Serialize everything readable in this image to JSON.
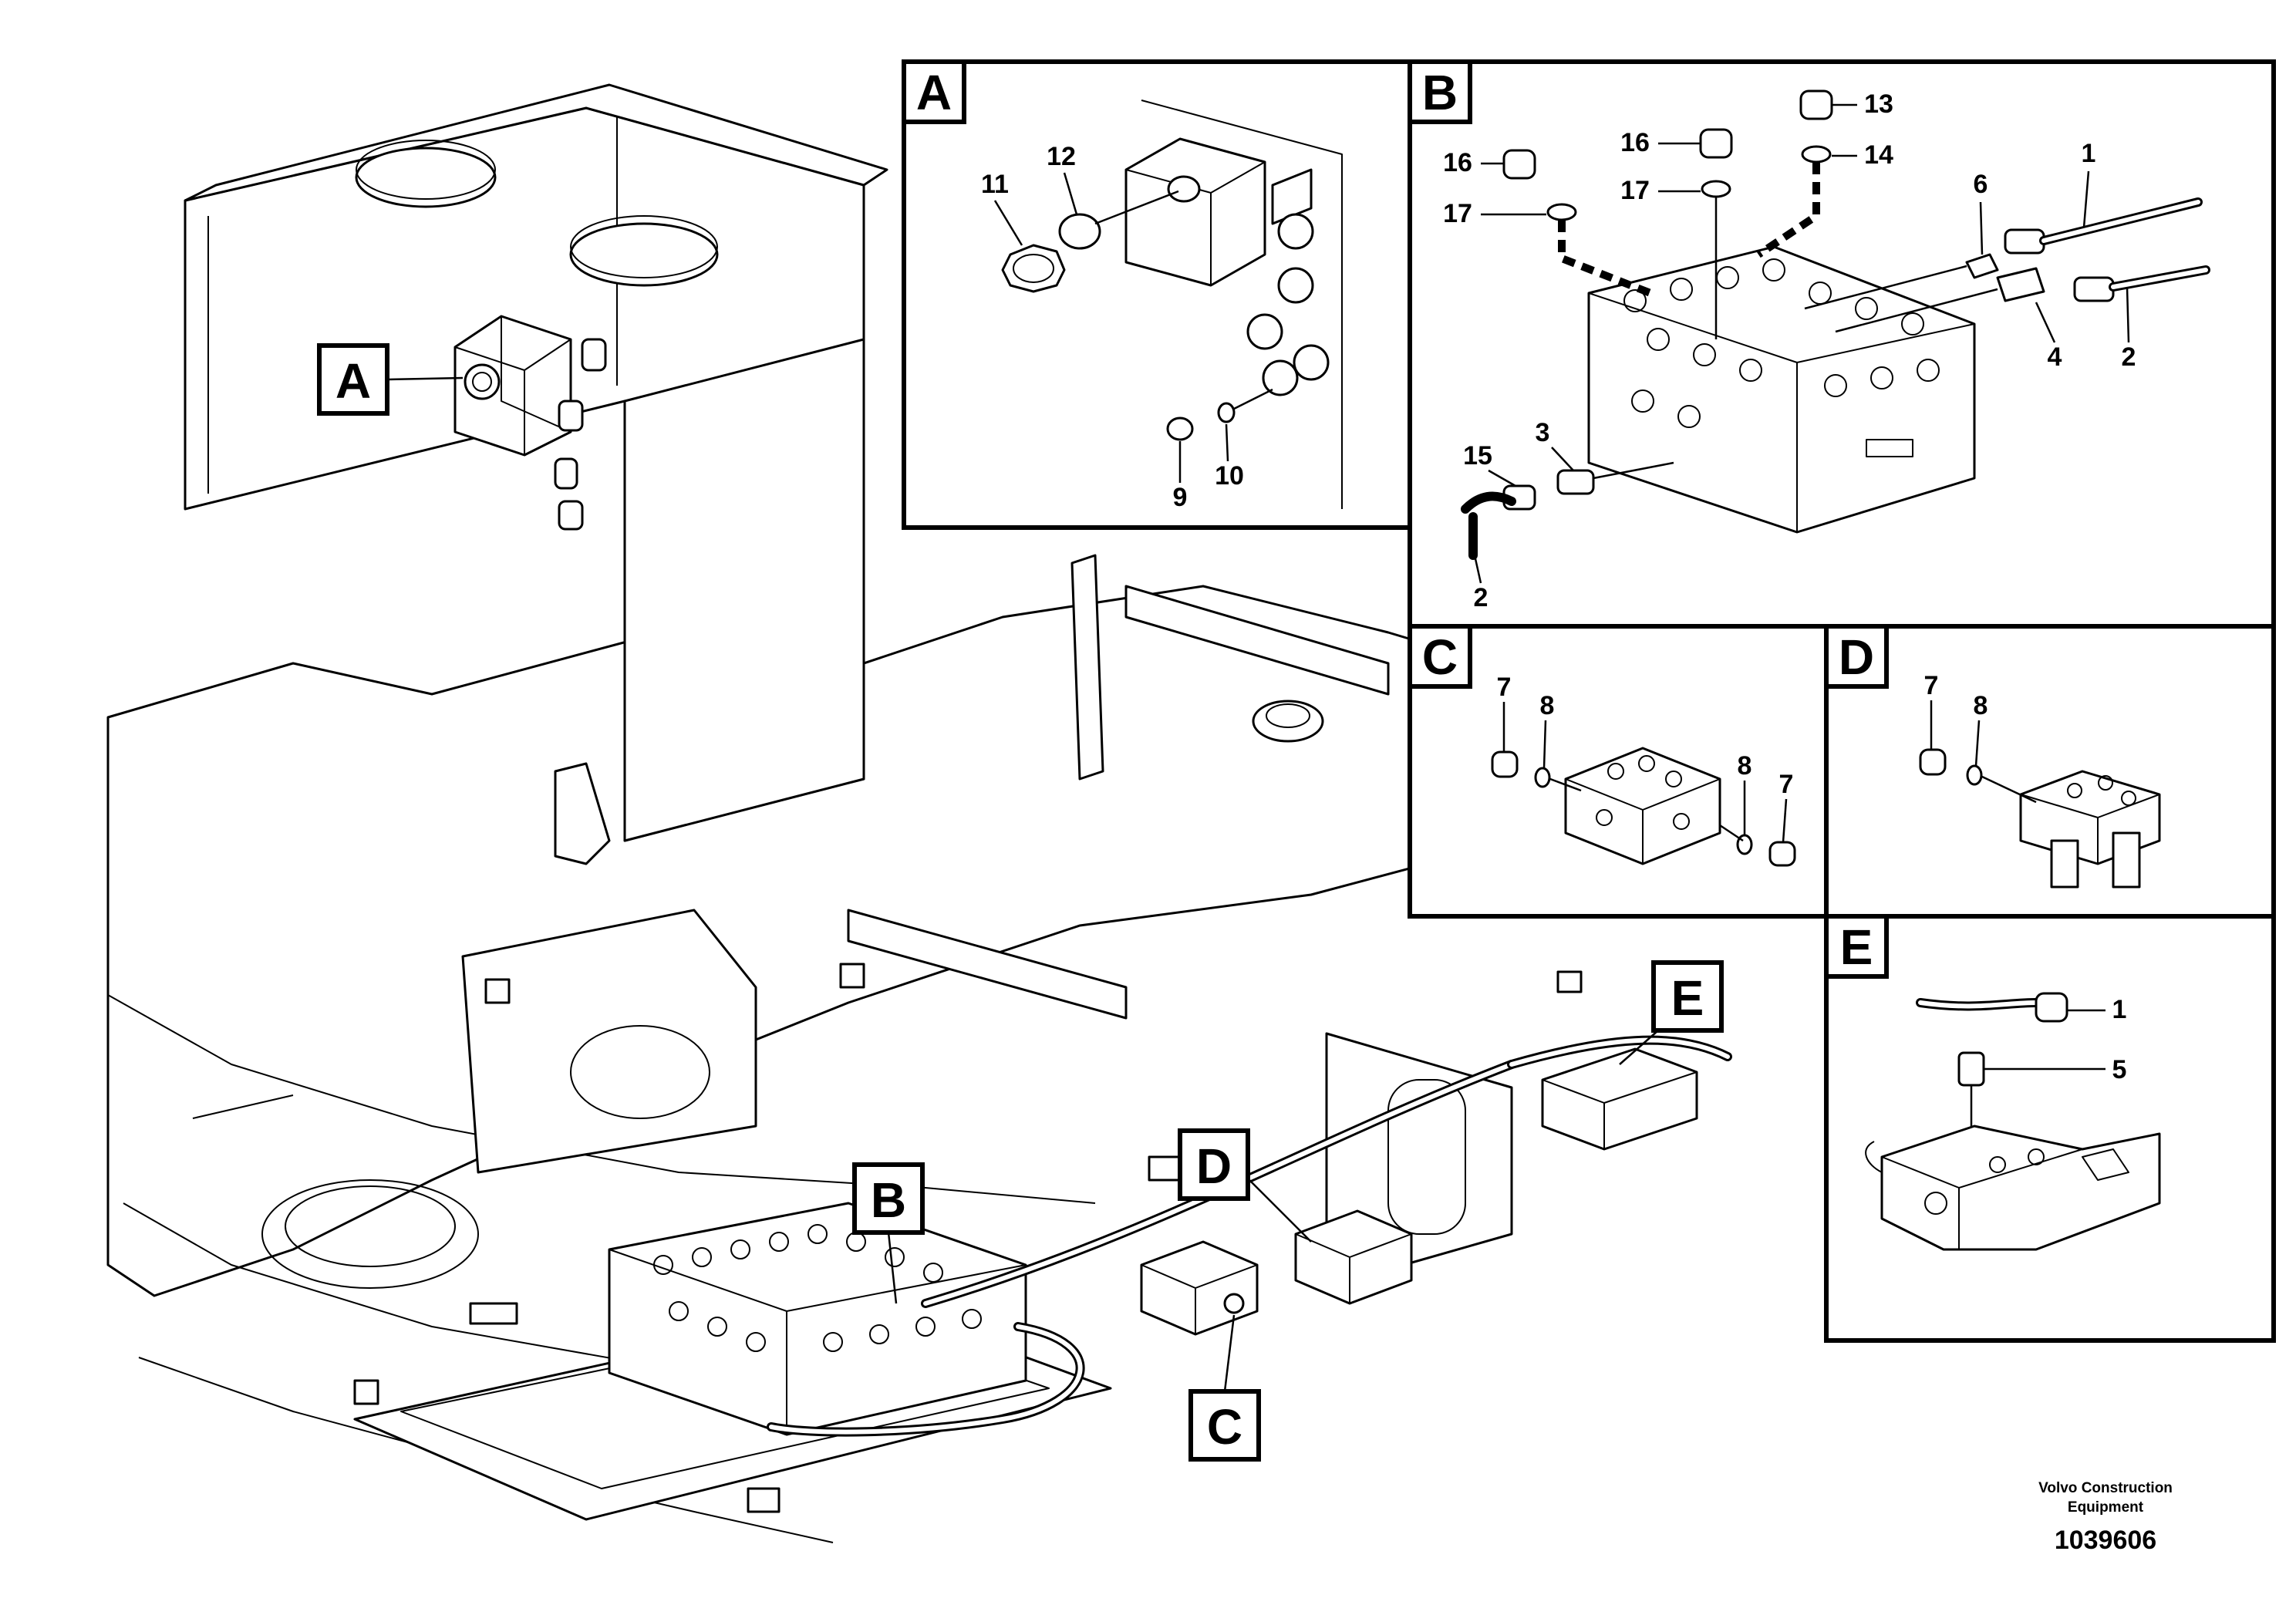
{
  "diagram": {
    "callouts_main": [
      "A",
      "B",
      "C",
      "D",
      "E"
    ],
    "panels": {
      "A": {
        "letter": "A",
        "labels": [
          "11",
          "12",
          "9",
          "10"
        ]
      },
      "B": {
        "letter": "B",
        "labels": [
          "16",
          "17",
          "16",
          "17",
          "13",
          "14",
          "6",
          "1",
          "4",
          "2",
          "15",
          "3",
          "2"
        ]
      },
      "C": {
        "letter": "C",
        "labels": [
          "7",
          "8",
          "8",
          "7"
        ]
      },
      "D": {
        "letter": "D",
        "labels": [
          "7",
          "8"
        ]
      },
      "E": {
        "letter": "E",
        "labels": [
          "1",
          "5"
        ]
      }
    },
    "footer": {
      "company_line1": "Volvo Construction",
      "company_line2": "Equipment",
      "doc_number": "1039606"
    }
  }
}
